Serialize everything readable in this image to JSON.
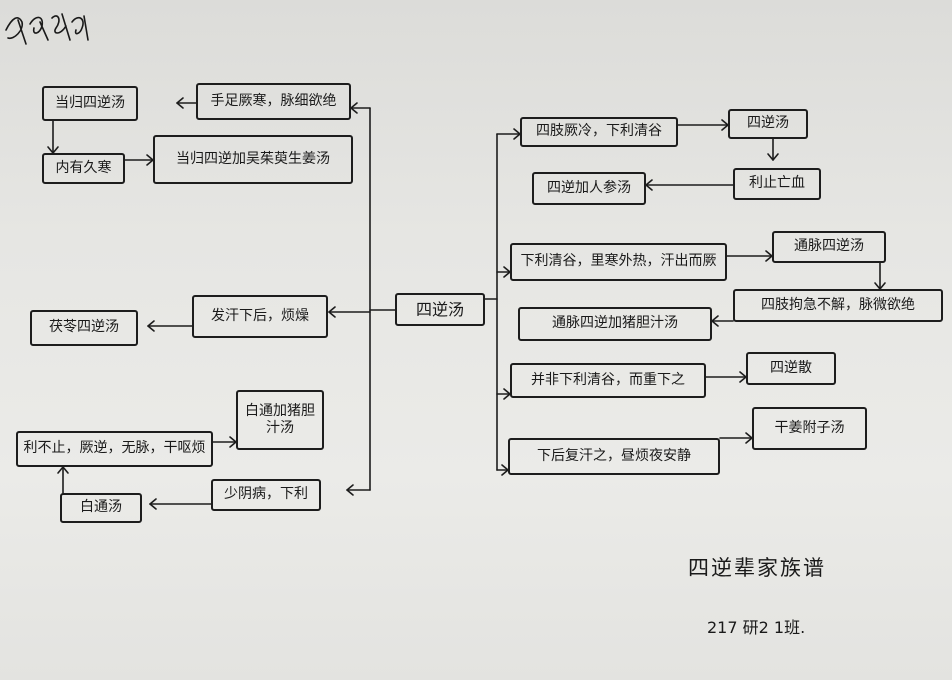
{
  "center": "四逆汤",
  "right": {
    "c1": "四肢厥冷，下利清谷",
    "c1_formula": "四逆汤",
    "c1_next": "利止亡血",
    "c1_final": "四逆加人参汤",
    "c2": "下利清谷，里寒外热，汗出而厥",
    "c2_formula": "通脉四逆汤",
    "c2_next": "四肢拘急不解，脉微欲绝",
    "c2_final": "通脉四逆加猪胆汁汤",
    "c3": "并非下利清谷，而重下之",
    "c3_formula": "四逆散",
    "c4": "下后复汗之，昼烦夜安静",
    "c4_formula": "干姜附子汤"
  },
  "left": {
    "c1": "手足厥寒，脉细欲绝",
    "c1_formula": "当归四逆汤",
    "c1_next": "内有久寒",
    "c1_final": "当归四逆加吴茱萸生姜汤",
    "c2": "发汗下后，烦燥",
    "c2_formula": "茯苓四逆汤",
    "c3": "少阴病，下利",
    "c3_formula": "白通汤",
    "c3_next": "利不止，厥逆，无脉，干呕烦",
    "c3_final": "白通加猪胆汁汤"
  },
  "footer": {
    "title": "四逆辈家族谱",
    "class_info": "217  研2 1班."
  }
}
